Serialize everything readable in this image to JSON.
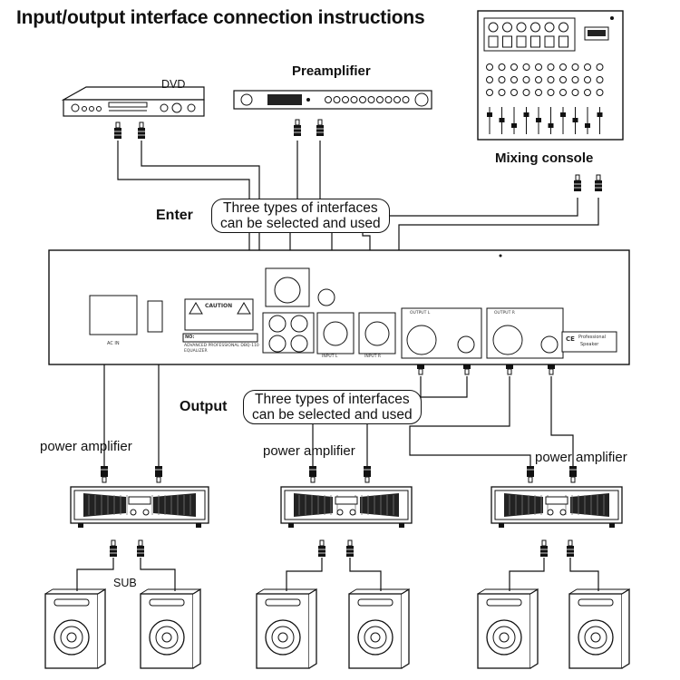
{
  "title": "Input/output interface connection instructions",
  "devices": {
    "dvd": "DVD",
    "preamplifier": "Preamplifier",
    "mixing_console": "Mixing console",
    "power_amplifier": "power amplifier",
    "sub": "SUB"
  },
  "sections": {
    "enter": "Enter",
    "output": "Output"
  },
  "callouts": {
    "input_line1": "Three types of interfaces",
    "input_line2": "can be selected and used",
    "output_line1": "Three types of interfaces",
    "output_line2": "can be selected and used"
  },
  "equalizer_panel": {
    "caution": "CAUTION",
    "ac_in": "AC IN",
    "model_line1": "ADVANCED PROFESSIONAL DBQ-110",
    "model_line2": "EQUALIZER",
    "no_label": "NO:",
    "input_l": "INPUT L",
    "input_r": "INPUT R",
    "output_l": "OUTPUT L",
    "output_r": "OUTPUT R",
    "professional": "Professional",
    "speaker": "Speaker",
    "ce_mark": "CE"
  },
  "colors": {
    "line": "#111111",
    "background": "#ffffff",
    "device_fill": "#f4f4f4",
    "panel_fill": "#fafafa"
  }
}
